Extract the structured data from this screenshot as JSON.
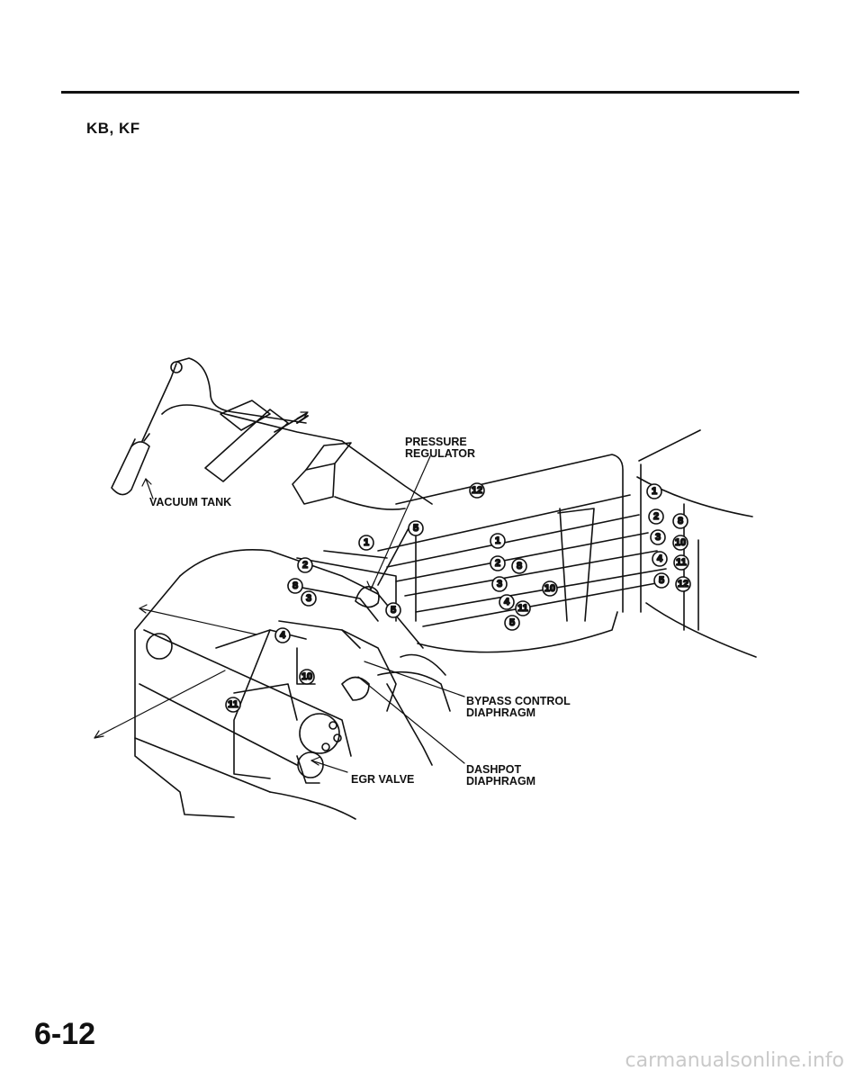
{
  "header": {
    "section_label": "KB, KF"
  },
  "diagram": {
    "labels": {
      "vacuum_tank": "VACUUM TANK",
      "pressure_regulator_1": "PRESSURE",
      "pressure_regulator_2": "REGULATOR",
      "bypass_control_1": "BYPASS CONTROL",
      "bypass_control_2": "DIAPHRAGM",
      "dashpot_1": "DASHPOT",
      "dashpot_2": "DIAPHRAGM",
      "egr_valve": "EGR VALVE"
    },
    "callouts": [
      "1",
      "2",
      "3",
      "4",
      "5",
      "8",
      "10",
      "11",
      "12"
    ]
  },
  "footer": {
    "page_number": "6-12",
    "watermark": "carmanualsonline.info"
  }
}
